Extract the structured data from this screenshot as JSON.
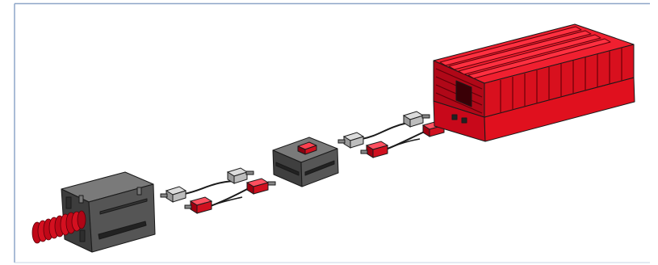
{
  "diagram": {
    "components": [
      {
        "id": "electromagnet",
        "icon": "electromagnet-icon",
        "color": "#4a4a4a",
        "coil_color": "#d01020"
      },
      {
        "id": "cable-left",
        "icon": "cable-icon",
        "plug_gray": "#a8a8a8",
        "plug_red": "#d0101f"
      },
      {
        "id": "switch",
        "icon": "switch-icon",
        "color": "#4a4a4a",
        "button_color": "#d0101f"
      },
      {
        "id": "cable-right",
        "icon": "cable-icon",
        "plug_gray": "#a8a8a8",
        "plug_red": "#d0101f"
      },
      {
        "id": "battery-box",
        "icon": "battery-box-icon",
        "color": "#e0101e"
      }
    ],
    "colors": {
      "frame": "#8ea6c8",
      "background": "#ffffff",
      "outline": "#1a1a1a",
      "wire": "#1a1a1a"
    }
  }
}
